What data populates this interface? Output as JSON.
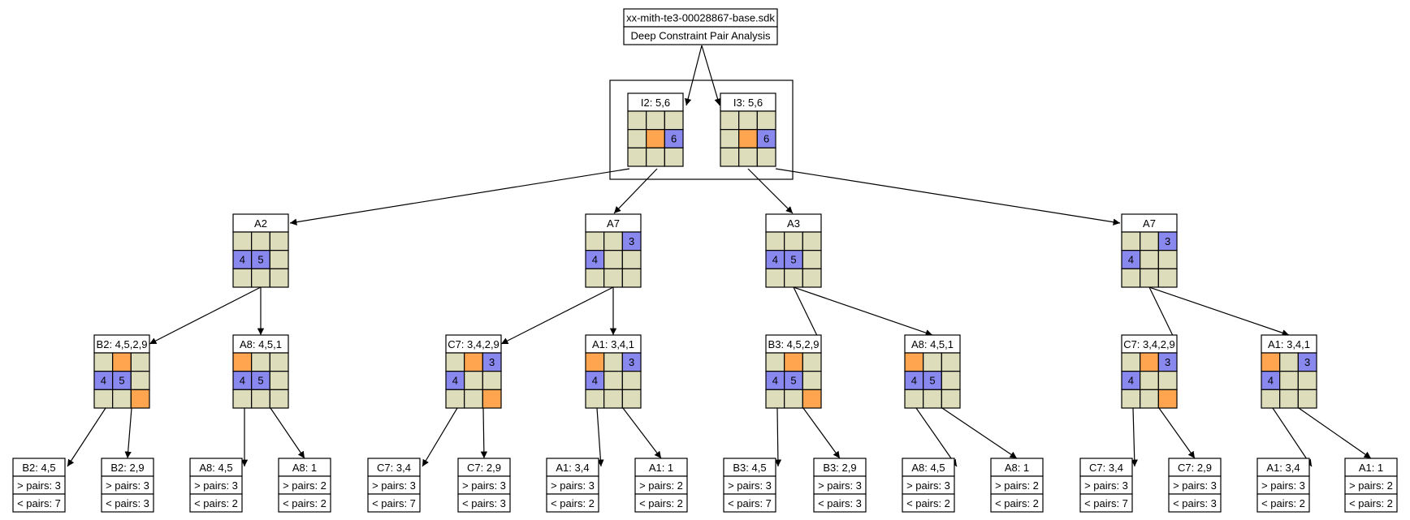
{
  "header": {
    "file": "xx-mith-te3-00028867-base.sdk",
    "subtitle": "Deep Constraint Pair Analysis"
  },
  "colors": {
    "cell": "#ddddbb",
    "orange": "#ffa54f",
    "blue": "#8888ee",
    "line": "#000000"
  },
  "level1": [
    {
      "label": "I2: 5,6",
      "cells": [
        "c",
        "c",
        "c",
        "c",
        "o",
        "b:6",
        "c",
        "c",
        "c"
      ]
    },
    {
      "label": "I3: 5,6",
      "cells": [
        "c",
        "c",
        "c",
        "c",
        "o",
        "b:6",
        "c",
        "c",
        "c"
      ]
    }
  ],
  "level2": [
    {
      "label": "A2",
      "cells": [
        "c",
        "c",
        "c",
        "b:4",
        "b:5",
        "c",
        "c",
        "c",
        "c"
      ]
    },
    {
      "label": "A7",
      "cells": [
        "c",
        "c",
        "b:3",
        "b:4",
        "c",
        "c",
        "c",
        "c",
        "c"
      ]
    },
    {
      "label": "A3",
      "cells": [
        "c",
        "c",
        "c",
        "b:4",
        "b:5",
        "c",
        "c",
        "c",
        "c"
      ]
    },
    {
      "label": "A7",
      "cells": [
        "c",
        "c",
        "b:3",
        "b:4",
        "c",
        "c",
        "c",
        "c",
        "c"
      ]
    }
  ],
  "level3": [
    {
      "label": "B2: 4,5,2,9",
      "cells": [
        "c",
        "o",
        "c",
        "b:4",
        "b:5",
        "c",
        "c",
        "c",
        "o"
      ]
    },
    {
      "label": "A8: 4,5,1",
      "cells": [
        "o",
        "c",
        "c",
        "b:4",
        "b:5",
        "c",
        "c",
        "c",
        "c"
      ]
    },
    {
      "label": "C7: 3,4,2,9",
      "cells": [
        "c",
        "o",
        "b:3",
        "b:4",
        "c",
        "c",
        "c",
        "c",
        "o"
      ]
    },
    {
      "label": "A1: 3,4,1",
      "cells": [
        "o",
        "c",
        "b:3",
        "b:4",
        "c",
        "c",
        "c",
        "c",
        "c"
      ]
    },
    {
      "label": "B3: 4,5,2,9",
      "cells": [
        "c",
        "o",
        "c",
        "b:4",
        "b:5",
        "c",
        "c",
        "c",
        "o"
      ]
    },
    {
      "label": "A8: 4,5,1",
      "cells": [
        "o",
        "c",
        "c",
        "b:4",
        "b:5",
        "c",
        "c",
        "c",
        "c"
      ]
    },
    {
      "label": "C7: 3,4,2,9",
      "cells": [
        "c",
        "o",
        "b:3",
        "b:4",
        "c",
        "c",
        "c",
        "c",
        "o"
      ]
    },
    {
      "label": "A1: 3,4,1",
      "cells": [
        "o",
        "c",
        "b:3",
        "b:4",
        "c",
        "c",
        "c",
        "c",
        "c"
      ]
    }
  ],
  "leaves": [
    {
      "title": "B2: 4,5",
      "gt": "> pairs: 3",
      "lt": "< pairs: 7"
    },
    {
      "title": "B2: 2,9",
      "gt": "> pairs: 3",
      "lt": "< pairs: 3"
    },
    {
      "title": "A8: 4,5",
      "gt": "> pairs: 3",
      "lt": "< pairs: 2"
    },
    {
      "title": "A8: 1",
      "gt": "> pairs: 2",
      "lt": "< pairs: 2"
    },
    {
      "title": "C7: 3,4",
      "gt": "> pairs: 3",
      "lt": "< pairs: 7"
    },
    {
      "title": "C7: 2,9",
      "gt": "> pairs: 3",
      "lt": "< pairs: 3"
    },
    {
      "title": "A1: 3,4",
      "gt": "> pairs: 3",
      "lt": "< pairs: 2"
    },
    {
      "title": "A1: 1",
      "gt": "> pairs: 2",
      "lt": "< pairs: 2"
    },
    {
      "title": "B3: 4,5",
      "gt": "> pairs: 3",
      "lt": "< pairs: 7"
    },
    {
      "title": "B3: 2,9",
      "gt": "> pairs: 3",
      "lt": "< pairs: 3"
    },
    {
      "title": "A8: 4,5",
      "gt": "> pairs: 3",
      "lt": "< pairs: 2"
    },
    {
      "title": "A8: 1",
      "gt": "> pairs: 2",
      "lt": "< pairs: 2"
    },
    {
      "title": "C7: 3,4",
      "gt": "> pairs: 3",
      "lt": "< pairs: 7"
    },
    {
      "title": "C7: 2,9",
      "gt": "> pairs: 3",
      "lt": "< pairs: 3"
    },
    {
      "title": "A1: 3,4",
      "gt": "> pairs: 3",
      "lt": "< pairs: 2"
    },
    {
      "title": "A1: 1",
      "gt": "> pairs: 2",
      "lt": "< pairs: 2"
    }
  ]
}
